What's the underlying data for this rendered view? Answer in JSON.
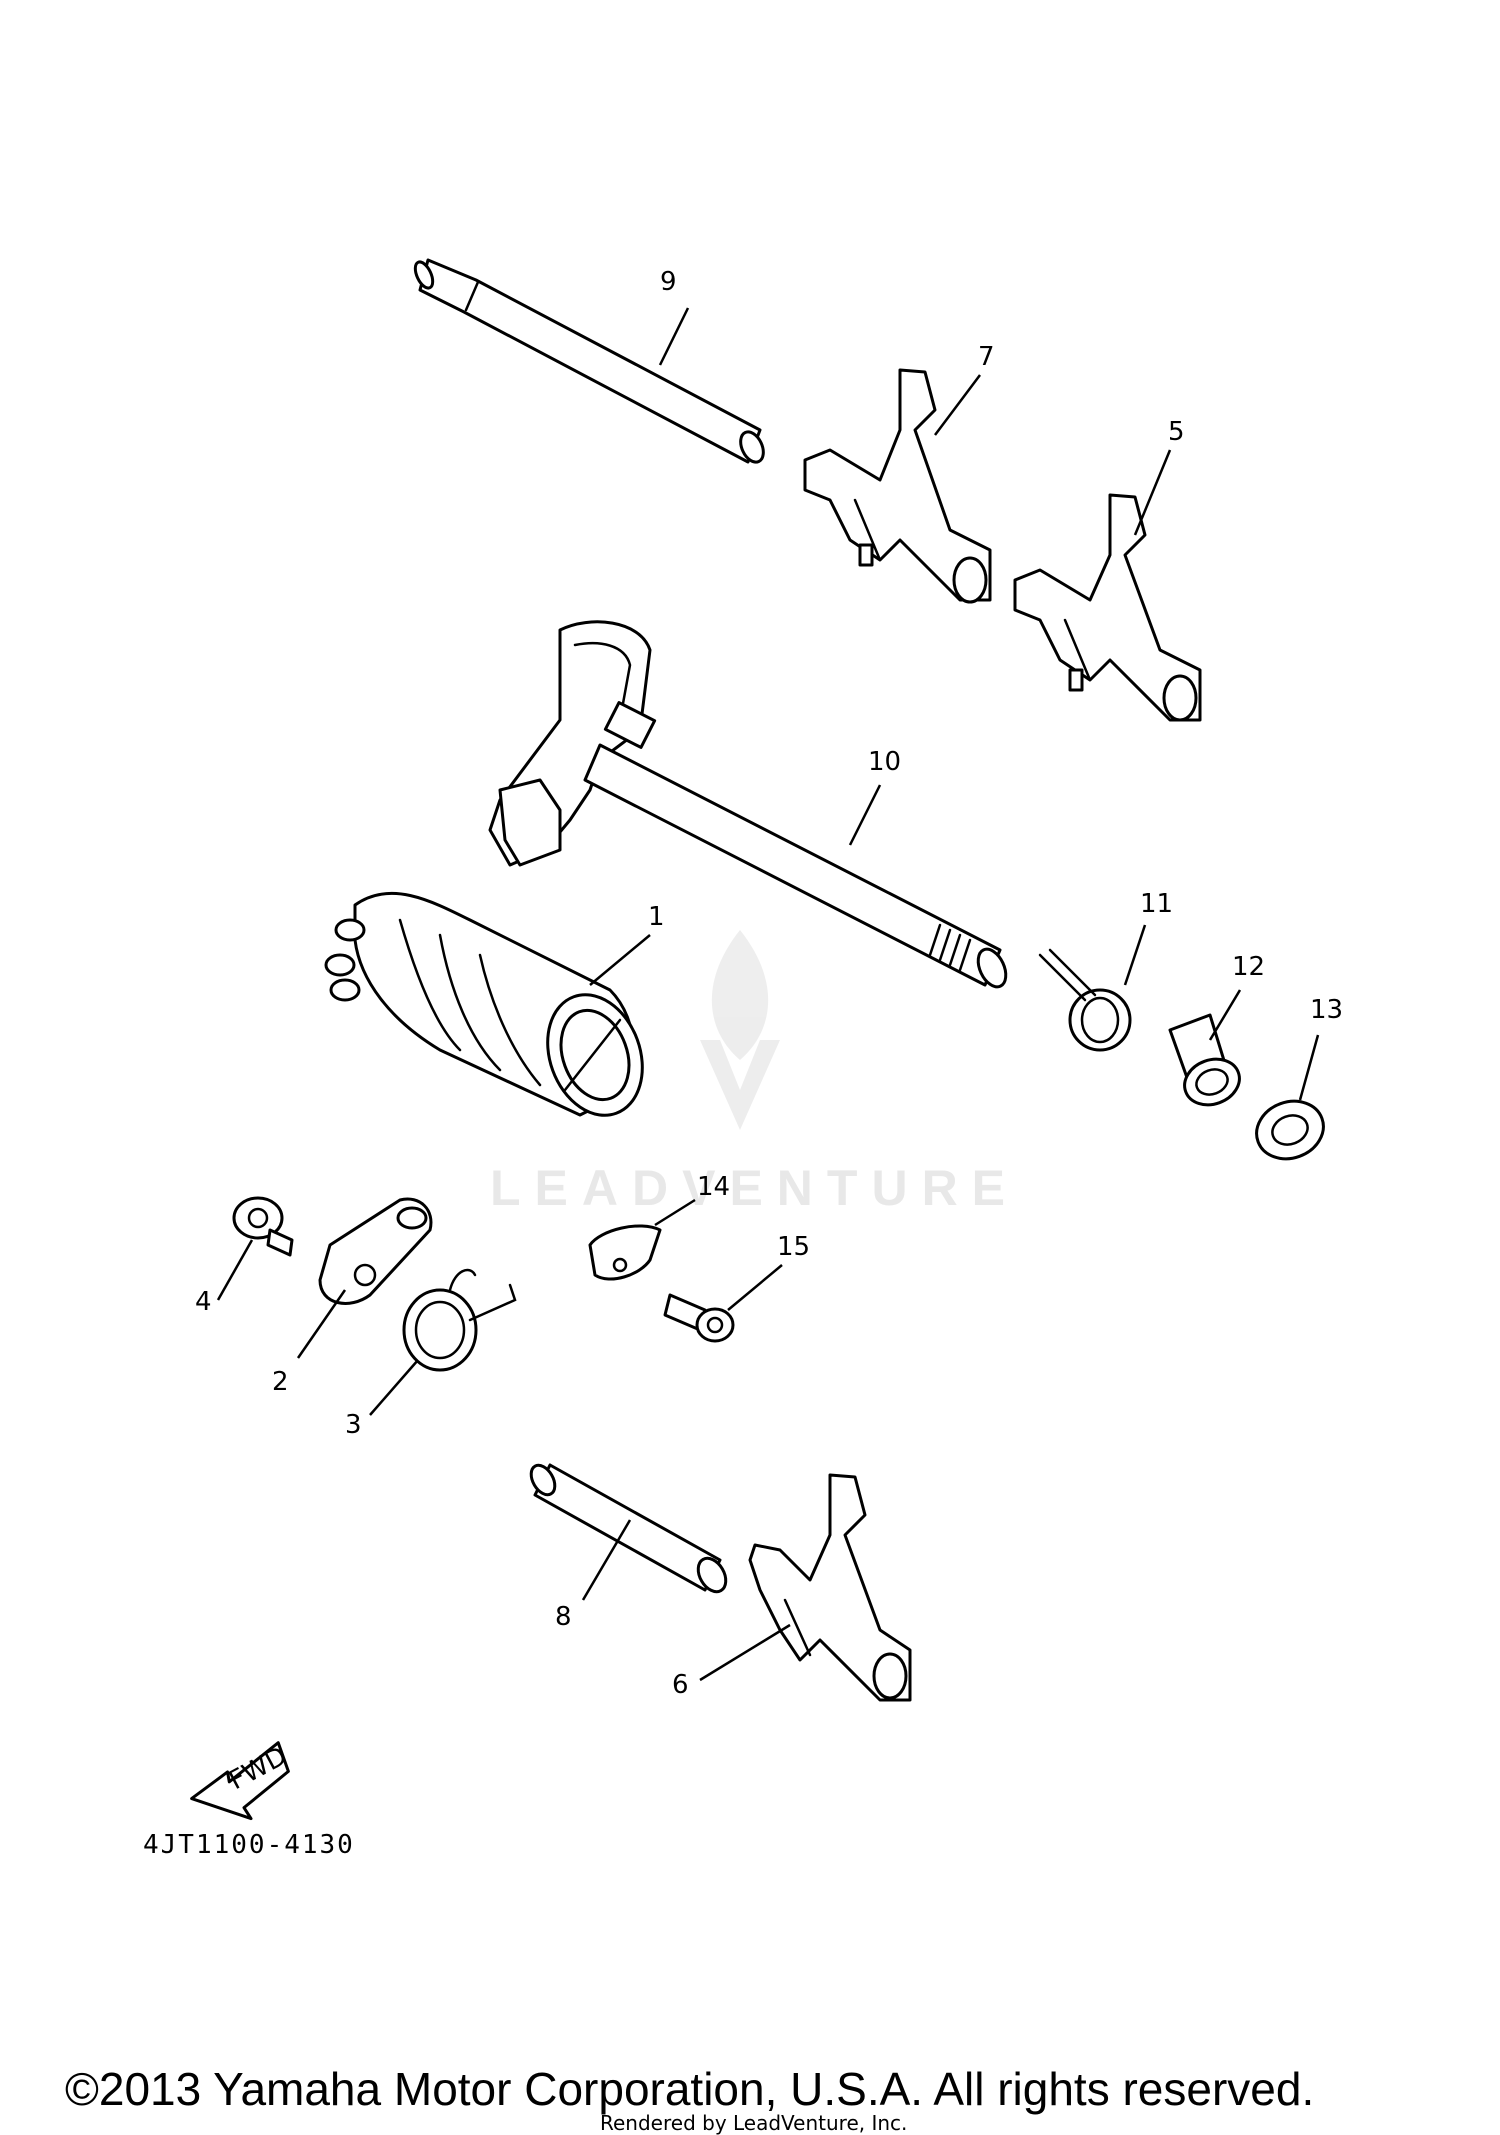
{
  "callouts": {
    "c1": "1",
    "c2": "2",
    "c3": "3",
    "c4": "4",
    "c5": "5",
    "c6": "6",
    "c7": "7",
    "c8": "8",
    "c9": "9",
    "c10": "10",
    "c11": "11",
    "c12": "12",
    "c13": "13",
    "c14": "14",
    "c15": "15"
  },
  "direction_label": "FWD",
  "diagram_code": "4JT1100-4130",
  "watermark": "LEADVENTURE",
  "copyright": "©2013 Yamaha Motor Corporation, U.S.A. All rights reserved.",
  "rendered_by": "Rendered by LeadVenture, Inc."
}
